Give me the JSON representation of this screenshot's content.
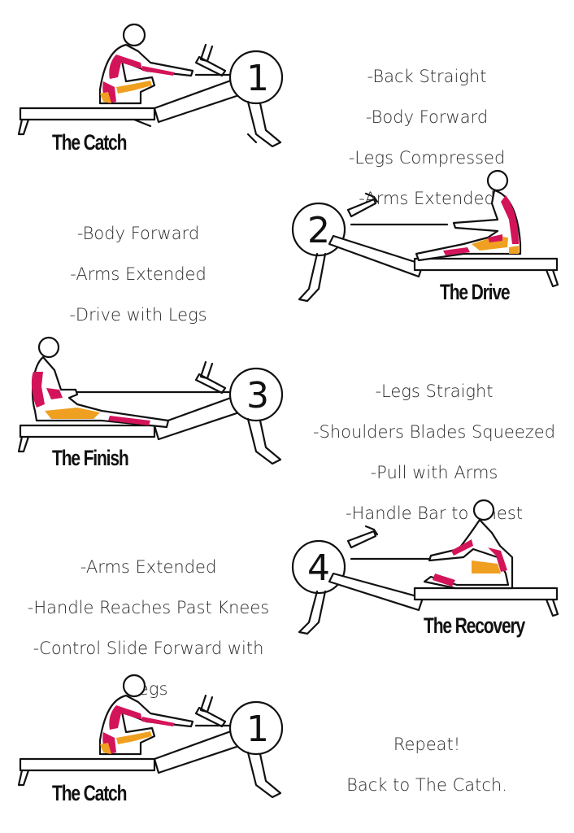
{
  "steps": [
    {
      "number": "1",
      "title": "The Catch",
      "lines": [
        "-Back Straight",
        "-Body Forward",
        "-Legs Compressed",
        "-Arms Extended"
      ]
    },
    {
      "number": "2",
      "title": "The Drive",
      "lines": [
        "-Body Forward",
        "-Arms Extended",
        "-Drive with Legs"
      ]
    },
    {
      "number": "3",
      "title": "The Finish",
      "lines": [
        "-Legs Straight",
        "-Shoulders Blades Squeezed",
        "-Pull with Arms",
        "-Handle Bar to Chest"
      ]
    },
    {
      "number": "4",
      "title": "The Recovery",
      "lines": [
        "-Arms Extended",
        "-Handle Reaches Past Knees",
        "-Control Slide Forward with",
        "Legs"
      ]
    },
    {
      "number": "1",
      "title": "The Catch",
      "lines": [
        "Repeat!",
        "Back to The Catch."
      ]
    }
  ],
  "colors": {
    "muscle_red": "#d4145a",
    "muscle_orange": "#f0a020",
    "outline": "#111111"
  }
}
